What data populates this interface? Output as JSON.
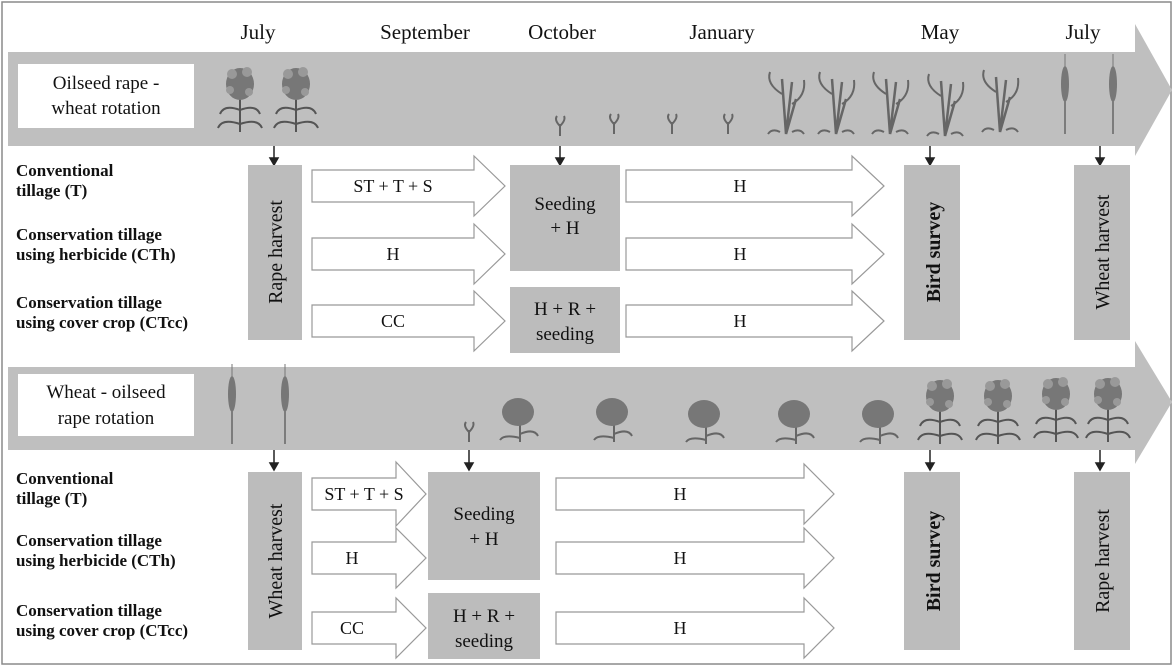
{
  "colors": {
    "band": "#bfbfbf",
    "box": "#bcbcbc",
    "plant": "#6e6e6e",
    "border": "#555555"
  },
  "months": [
    {
      "label": "July"
    },
    {
      "label": "September"
    },
    {
      "label": "October"
    },
    {
      "label": "January"
    },
    {
      "label": "May"
    },
    {
      "label": "July"
    }
  ],
  "sections": [
    {
      "rotation": {
        "line1": "Oilseed rape -",
        "line2": "wheat rotation"
      },
      "treatments": [
        {
          "line1": "Conventional",
          "line2": "tillage (T)"
        },
        {
          "line1": "Conservation tillage",
          "line2": "using herbicide (CTh)"
        },
        {
          "line1": "Conservation tillage",
          "line2": "using cover crop (CTcc)"
        }
      ],
      "harvest_start": "Rape harvest",
      "autumn_ops": [
        "ST + T + S",
        "H",
        "CC"
      ],
      "seeding_box": {
        "line1": "Seeding",
        "line2": "+ H"
      },
      "cc_box": {
        "line1": "H + R +",
        "line2": "seeding"
      },
      "winter_ops": [
        "H",
        "H",
        "H"
      ],
      "survey": "Bird survey",
      "harvest_end": "Wheat harvest",
      "plant_icons": [
        "rape-plant-icon",
        "wheat-seedling-icon",
        "wheat-plant-icon",
        "wheat-ear-icon"
      ]
    },
    {
      "rotation": {
        "line1": "Wheat - oilseed",
        "line2": "rape rotation"
      },
      "treatments": [
        {
          "line1": "Conventional",
          "line2": "tillage (T)"
        },
        {
          "line1": "Conservation tillage",
          "line2": "using herbicide (CTh)"
        },
        {
          "line1": "Conservation tillage",
          "line2": "using cover crop (CTcc)"
        }
      ],
      "harvest_start": "Wheat harvest",
      "autumn_ops": [
        "ST + T + S",
        "H",
        "CC"
      ],
      "seeding_box": {
        "line1": "Seeding",
        "line2": "+ H"
      },
      "cc_box": {
        "line1": "H + R +",
        "line2": "seeding"
      },
      "winter_ops": [
        "H",
        "H",
        "H"
      ],
      "survey": "Bird survey",
      "harvest_end": "Rape harvest",
      "plant_icons": [
        "wheat-ear-icon",
        "rape-seedling-icon",
        "rape-rosette-icon",
        "rape-flowering-icon"
      ]
    }
  ]
}
